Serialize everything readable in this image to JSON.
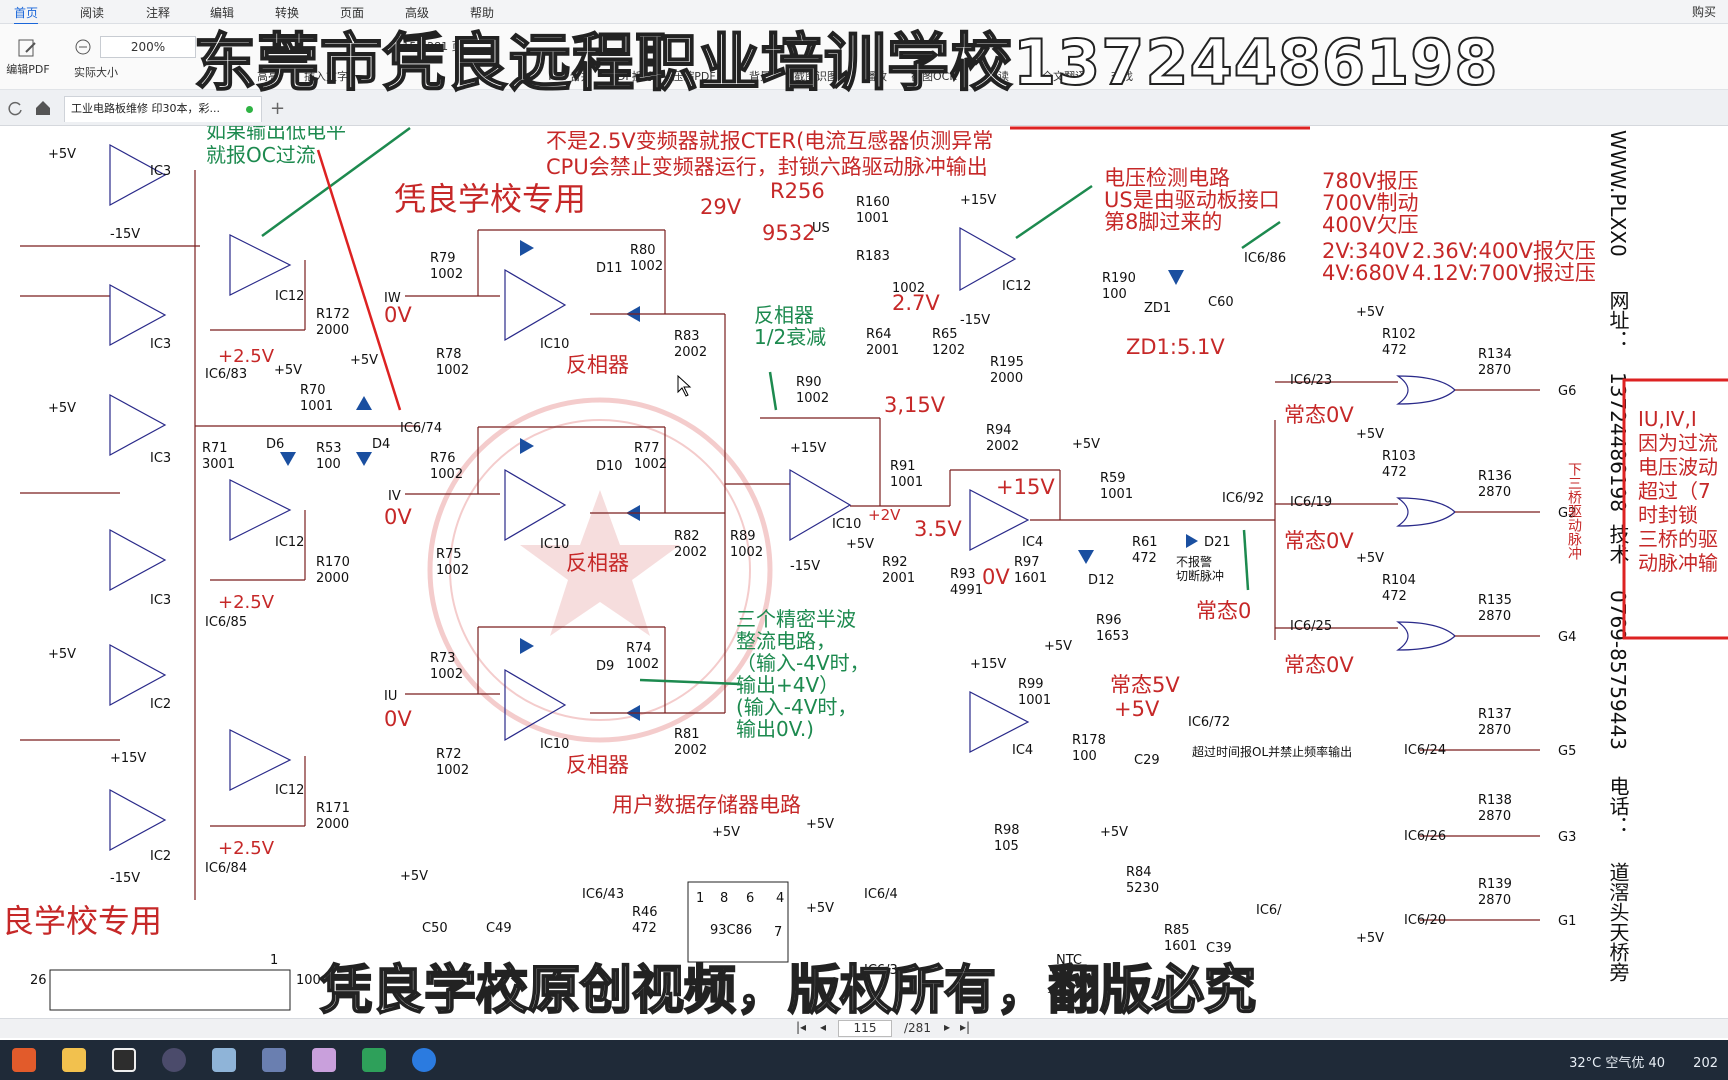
{
  "menu": {
    "tabs": [
      "首页",
      "阅读",
      "注释",
      "编辑",
      "转换",
      "页面",
      "高级",
      "帮助"
    ],
    "right": "购买"
  },
  "toolbar": {
    "edit_pdf": "编辑PDF",
    "actual_size": "实际大小",
    "zoom": "200%",
    "page_counter": "115 / 281 页",
    "tools": [
      "高亮",
      "插入文字",
      "PDF合并",
      "PDF拆分",
      "压缩PDF",
      "背景",
      "截图识图",
      "播放",
      "截图OCR",
      "朗读",
      "全文翻译",
      "查找"
    ]
  },
  "tab": {
    "doc_title": "工业电路板维修  印30本，彩..."
  },
  "overlay": {
    "title": "东莞市凭良远程职业培训学校13724486198",
    "bottom": "凭良学校原创视频，版权所有，翻版必究"
  },
  "schematic": {
    "notes": {
      "oc": "如果输出低电平",
      "oc2": "就报OC过流",
      "cter1": "不是2.5V变频器就报CTER(电流互感器侦测异常",
      "cter2": "CPU会禁止变频器运行，封锁六路驱动脉冲输出",
      "school": "凭良学校专用",
      "school2": "良学校专用",
      "vdet1": "电压检测电路",
      "vdet2": "US是由驱动板接口",
      "vdet3": "第8脚过来的",
      "p780": "780V报压",
      "p700": "700V制动",
      "p400": "400V欠压",
      "p2v": "2V:340V",
      "p4v": "4V:680V",
      "p236": "2.36V:400V报欠压",
      "p412": "4.12V:700V报过压",
      "inv_half1": "反相器",
      "inv_half2": "1/2衰减",
      "inverter": "反相器",
      "precise1": "三个精密半波",
      "precise2": "整流电路，",
      "precise3": "（输入-4V时，",
      "precise4": "输出+4V）",
      "precise5": "(输入-4V时，",
      "precise6": "输出0V.)",
      "storage": "用户数据存储器电路",
      "normal0v": "常态0V",
      "normal0": "常态0",
      "normal5v": "常态5V",
      "noalarm1": "不报警",
      "noalarm2": "切断脉冲",
      "ol": "超过时间报OL并禁止频率输出",
      "zd1": "ZD1:5.1V",
      "v29": "29V",
      "r256": "R256",
      "r256v": "9532",
      "v27": "2.7V",
      "v315": "3,15V",
      "v35": "3.5V",
      "v2": "+2V",
      "p15v": "+15V",
      "v0": "0V",
      "v25": "+2.5V",
      "p5v": "+5V",
      "trig": "下三桥驱动脉冲"
    },
    "right_margin": {
      "url_label": "网址：",
      "url": "WWW.PLXX0",
      "tech_label": "技术：",
      "tech_no": "13724486198",
      "phone_label": "电话：",
      "phone": "0769-85759443",
      "addr": "道滘头天桥旁",
      "box": [
        "IU,IV,I",
        "因为过流",
        "电压波动",
        "超过（7",
        "时封锁",
        "三桥的驱",
        "动脉冲输"
      ]
    }
  },
  "pagenav": {
    "page": "115",
    "total": "/281"
  },
  "taskbar": {
    "weather": "32°C 空气优 40",
    "time": "202"
  }
}
